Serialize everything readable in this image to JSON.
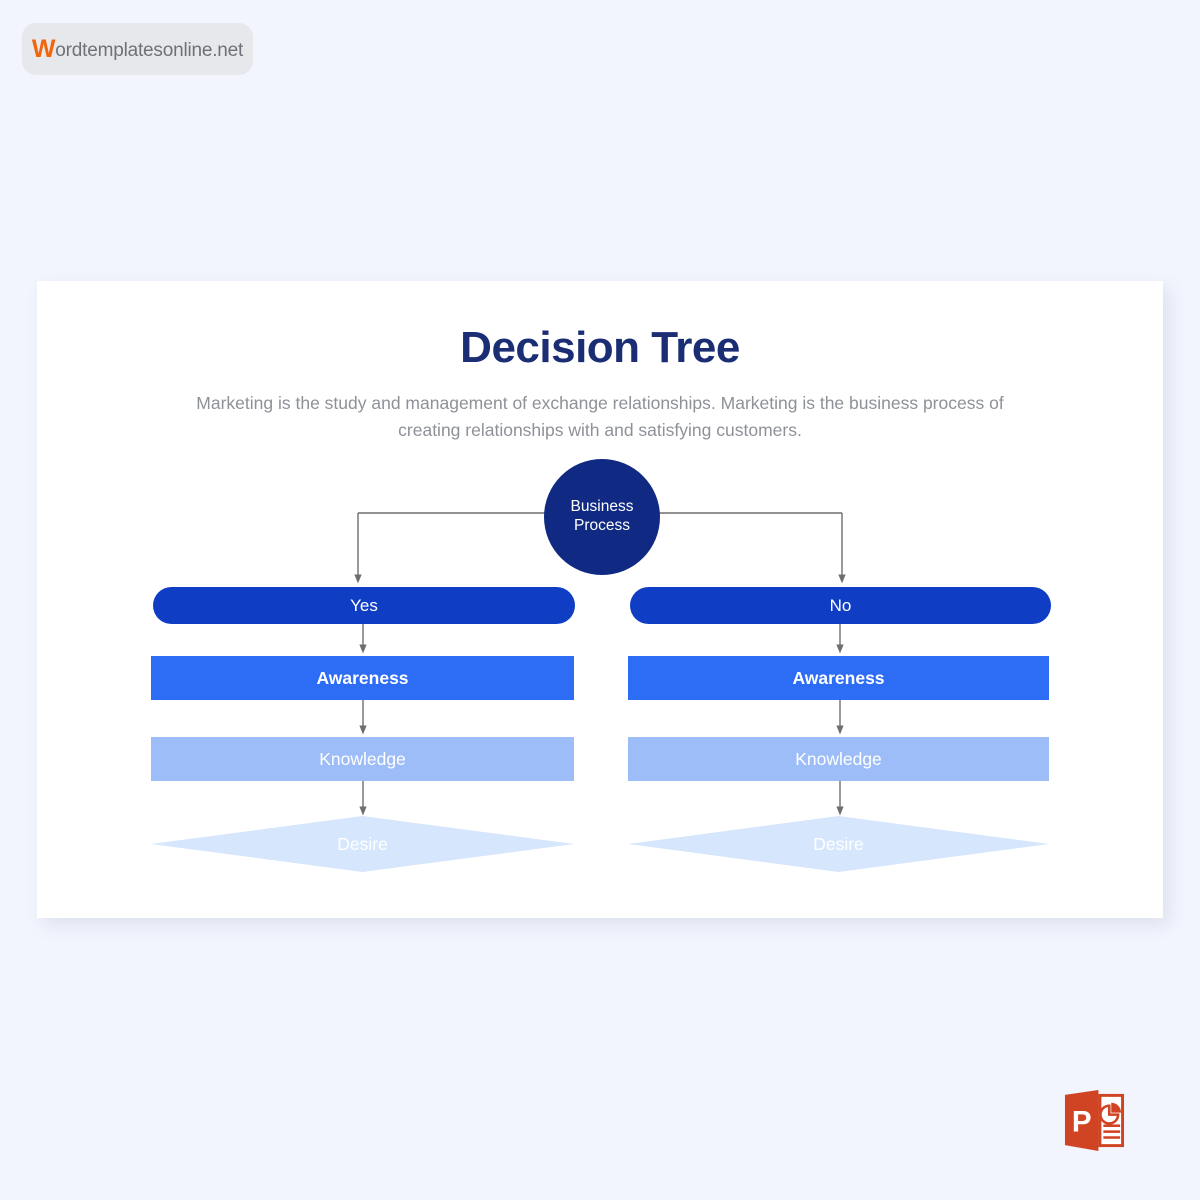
{
  "watermark": {
    "initial": "W",
    "rest": "ordtemplatesonline.net",
    "icon": "brand-badge"
  },
  "slide": {
    "title": "Decision Tree",
    "subtitle": "Marketing is the study and management of exchange relationships. Marketing is the business process of creating relationships with and satisfying customers."
  },
  "diagram": {
    "type": "decision-tree",
    "root": {
      "line1": "Business",
      "line2": "Process",
      "shape": "circle",
      "color": "#102a83"
    },
    "branches": [
      {
        "decision": "Yes",
        "decision_shape": "pill",
        "decision_color": "#0f3dc4",
        "steps": [
          {
            "label": "Awareness",
            "shape": "rectangle",
            "color": "#2d6cf5"
          },
          {
            "label": "Knowledge",
            "shape": "rectangle",
            "color": "#9cbdf7"
          },
          {
            "label": "Desire",
            "shape": "diamond",
            "color": "#d6e6fd"
          }
        ]
      },
      {
        "decision": "No",
        "decision_shape": "pill",
        "decision_color": "#0f3dc4",
        "steps": [
          {
            "label": "Awareness",
            "shape": "rectangle",
            "color": "#2d6cf5"
          },
          {
            "label": "Knowledge",
            "shape": "rectangle",
            "color": "#9cbdf7"
          },
          {
            "label": "Desire",
            "shape": "diamond",
            "color": "#d6e6fd"
          }
        ]
      }
    ],
    "connector_color": "#6e6e72"
  },
  "footer": {
    "format_icon": "powerpoint-icon",
    "format_letter": "P"
  },
  "theme": {
    "page_background": "#f2f5fd",
    "card_background": "#ffffff",
    "title_color": "#1b2d73",
    "subtitle_color": "#8e9198",
    "accent_orange": "#f2650a",
    "powerpoint_red": "#d04423"
  }
}
